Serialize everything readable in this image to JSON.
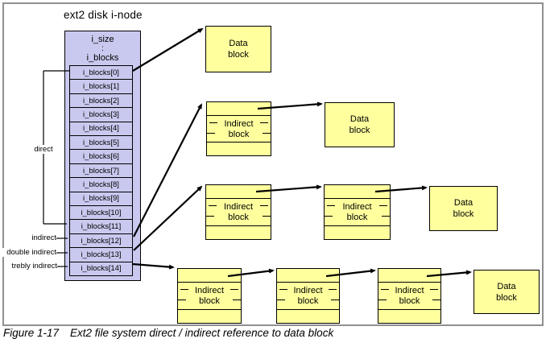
{
  "colors": {
    "inode_fill": "#c9c9ef",
    "block_fill": "#ffff9e",
    "frame_border": "#909090"
  },
  "title": "ext2 disk i-node",
  "inode": {
    "header": {
      "size_field": "i_size",
      "dots": ":",
      "blocks_field": "i_blocks"
    },
    "rows": [
      "i_blocks[0]",
      "i_blocks[1]",
      "i_blocks[2]",
      "i_blocks[3]",
      "i_blocks[4]",
      "i_blocks[5]",
      "i_blocks[6]",
      "i_blocks[7]",
      "i_blocks[8]",
      "i_blocks[9]",
      "i_blocks[10]",
      "i_blocks[11]",
      "i_blocks[12]",
      "i_blocks[13]",
      "i_blocks[14]"
    ]
  },
  "side_labels": {
    "direct": "direct",
    "indirect": "indirect",
    "double_indirect": "double indirect",
    "trebly_indirect": "trebly indirect"
  },
  "blocks": {
    "data_label": "Data block",
    "indirect_label": "Indirect block"
  },
  "caption": {
    "figure": "Figure 1-17",
    "text": "Ext2 file system direct / indirect reference to data block"
  }
}
